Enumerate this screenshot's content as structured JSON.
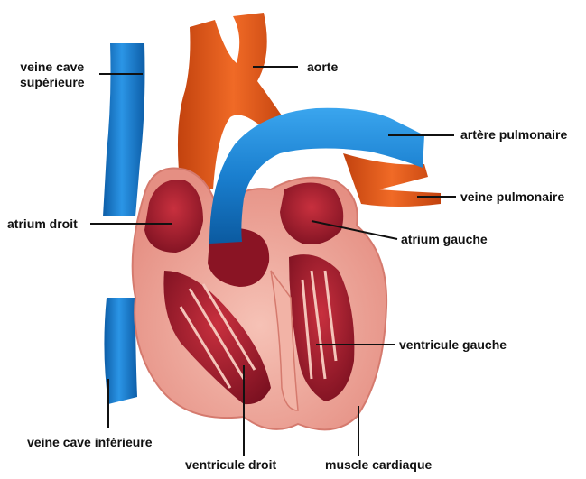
{
  "colors": {
    "vein_blue": "#1a7fcf",
    "vein_blue_dark": "#0d5ea8",
    "artery_orange": "#e8581c",
    "artery_orange_dark": "#b83a0c",
    "muscle_pink": "#eea79b",
    "chamber_red": "#a01a2a",
    "chamber_dark": "#6e0f1c",
    "leader_line": "#111111"
  },
  "labels": {
    "svc_line1": "veine cave",
    "svc_line2": "supérieure",
    "aorta": "aorte",
    "pulmonary_artery": "artère pulmonaire",
    "pulmonary_vein": "veine pulmonaire",
    "right_atrium": "atrium droit",
    "left_atrium": "atrium gauche",
    "left_ventricle": "ventricule gauche",
    "ivc": "veine cave inférieure",
    "right_ventricle": "ventricule droit",
    "cardiac_muscle": "muscle cardiaque"
  }
}
